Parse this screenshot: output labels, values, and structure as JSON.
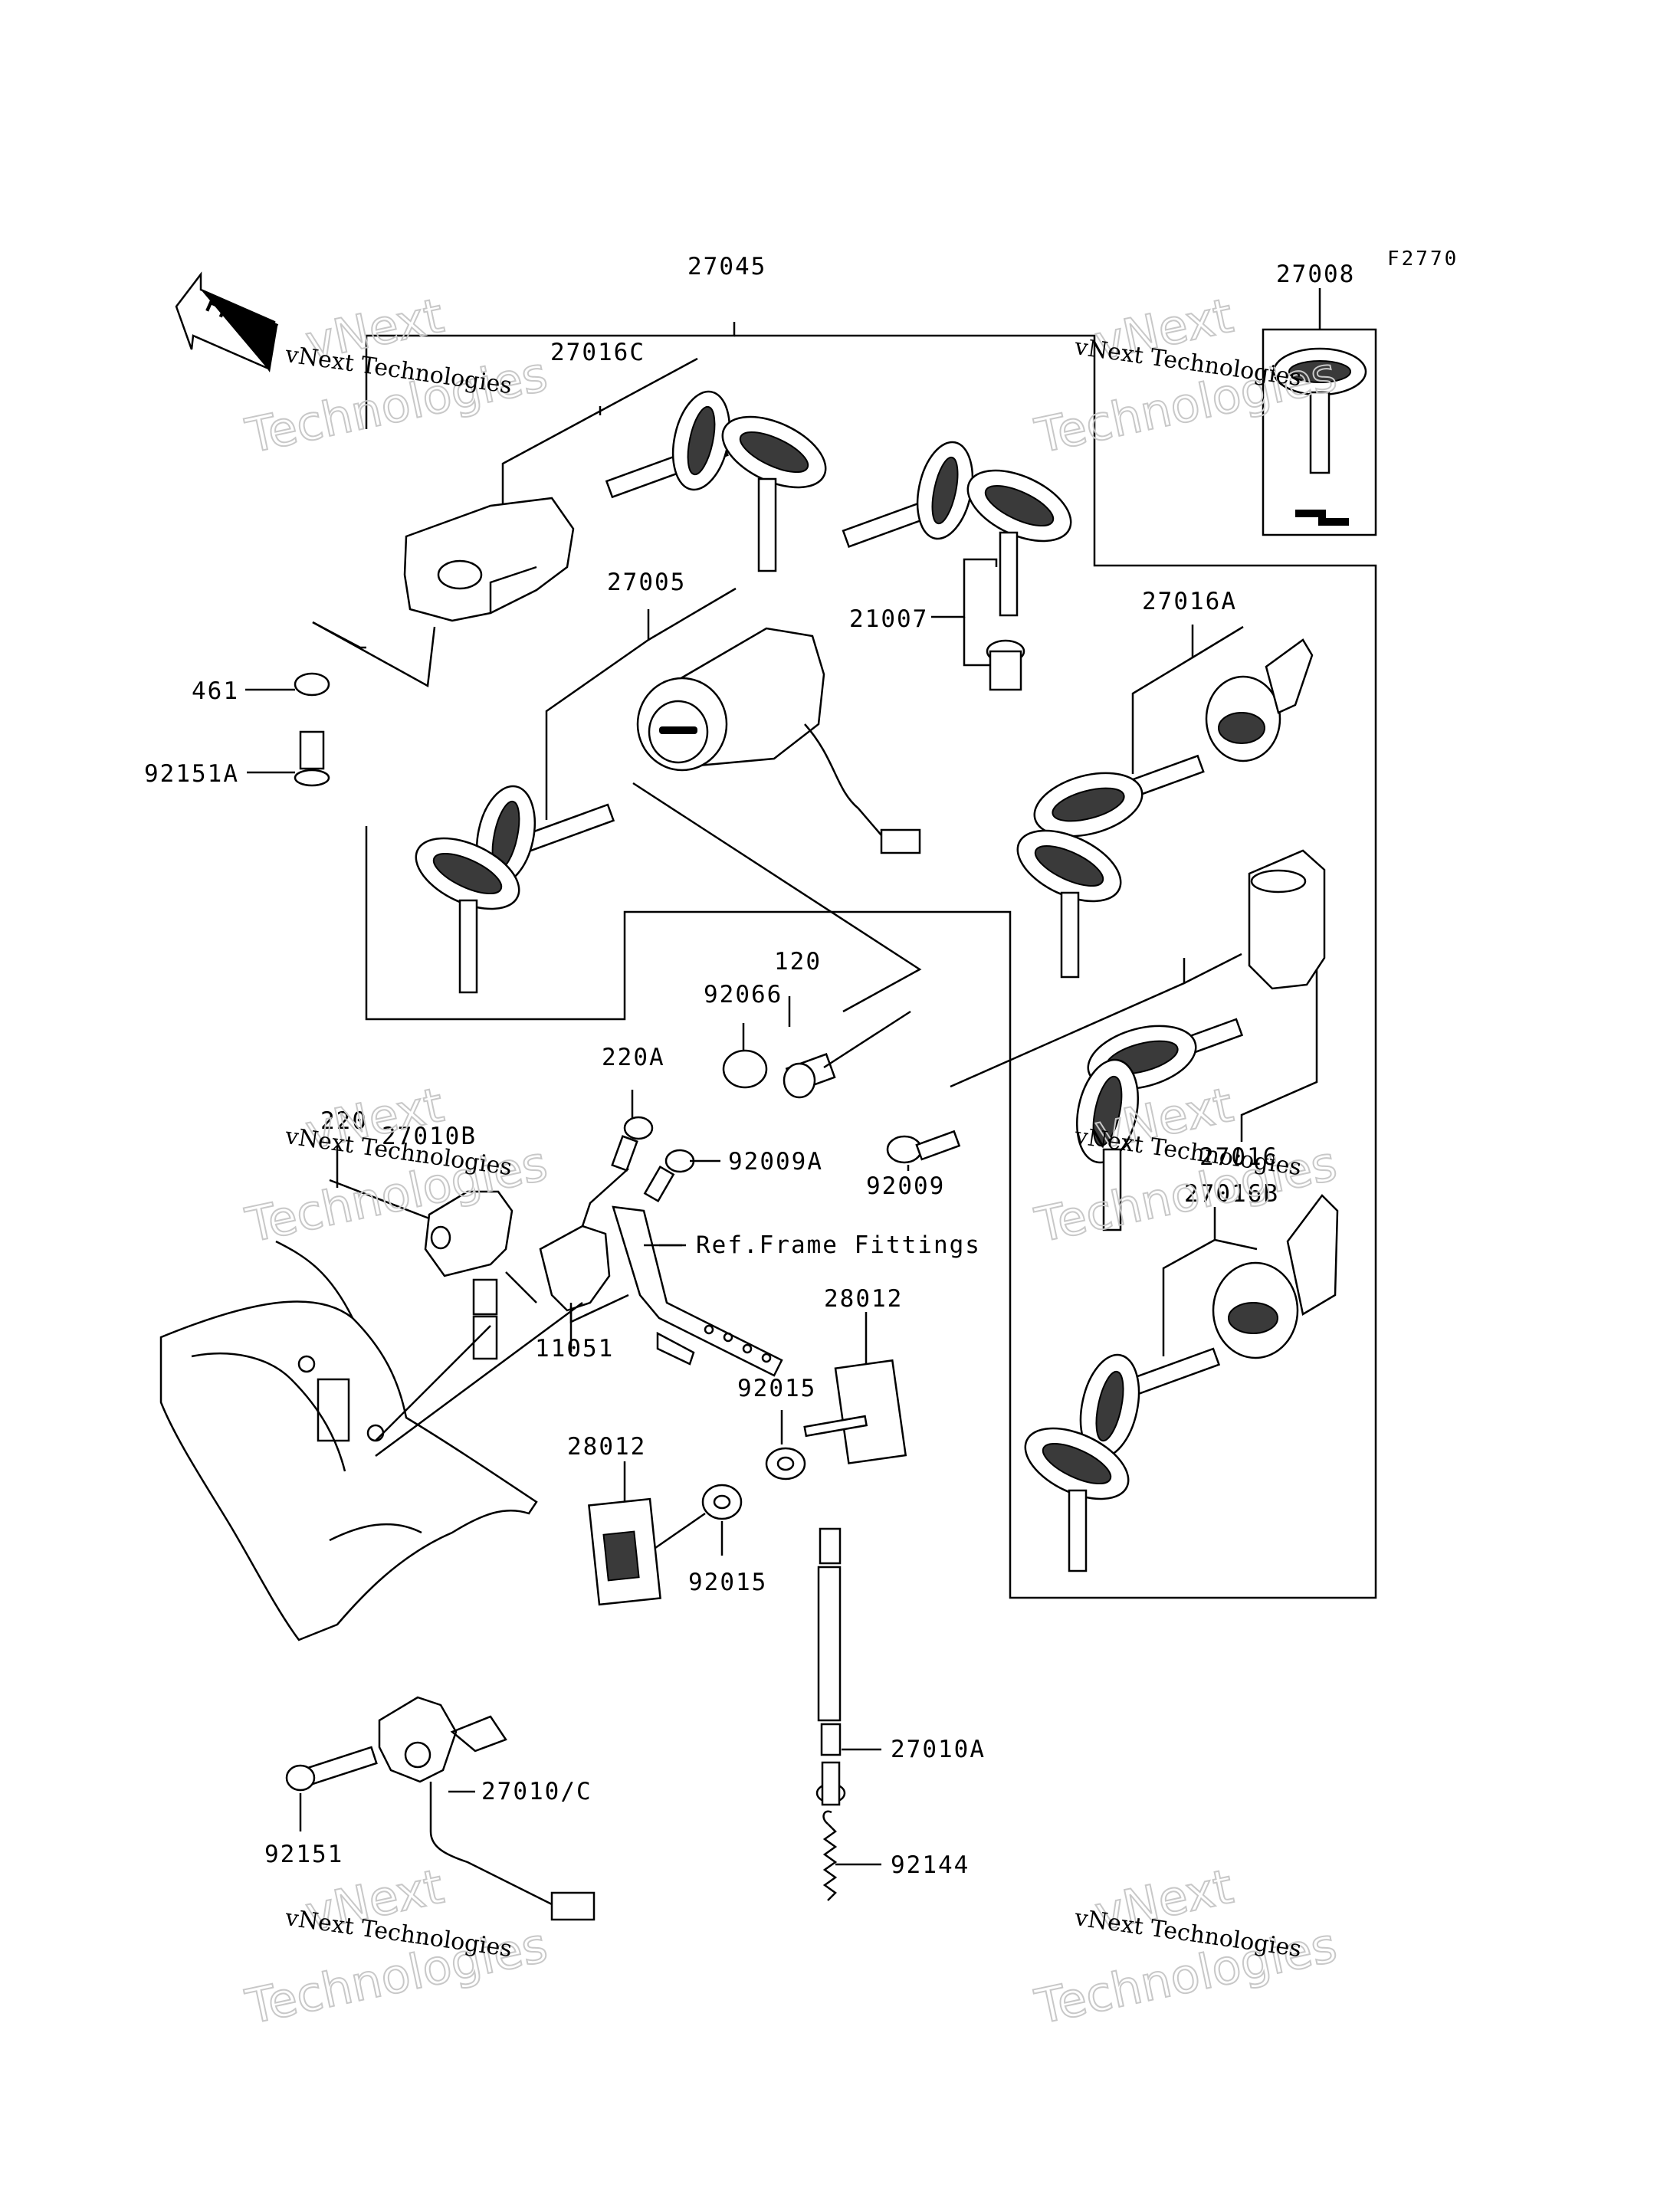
{
  "figure_code": "F2770",
  "front_arrow_label": "FRONT",
  "watermark": {
    "line1": "vNext Technologies",
    "line2": "vNext",
    "line3": "Technologies"
  },
  "callouts": [
    {
      "id": "27045",
      "text": "27045"
    },
    {
      "id": "27008",
      "text": "27008"
    },
    {
      "id": "27016C",
      "text": "27016C"
    },
    {
      "id": "27005",
      "text": "27005"
    },
    {
      "id": "21007",
      "text": "21007"
    },
    {
      "id": "27016A",
      "text": "27016A"
    },
    {
      "id": "461",
      "text": "461"
    },
    {
      "id": "92151A",
      "text": "92151A"
    },
    {
      "id": "120",
      "text": "120"
    },
    {
      "id": "92066",
      "text": "92066"
    },
    {
      "id": "220A",
      "text": "220A"
    },
    {
      "id": "220",
      "text": "220"
    },
    {
      "id": "27010B",
      "text": "27010B"
    },
    {
      "id": "92009A",
      "text": "92009A"
    },
    {
      "id": "92009",
      "text": "92009"
    },
    {
      "id": "27016",
      "text": "27016"
    },
    {
      "id": "27016B",
      "text": "27016B"
    },
    {
      "id": "ref-frame",
      "text": "Ref.Frame Fittings"
    },
    {
      "id": "11051",
      "text": "11051"
    },
    {
      "id": "28012a",
      "text": "28012"
    },
    {
      "id": "92015a",
      "text": "92015"
    },
    {
      "id": "28012b",
      "text": "28012"
    },
    {
      "id": "92015b",
      "text": "92015"
    },
    {
      "id": "27010A",
      "text": "27010A"
    },
    {
      "id": "27010C",
      "text": "27010/C"
    },
    {
      "id": "92151",
      "text": "92151"
    },
    {
      "id": "92144",
      "text": "92144"
    }
  ]
}
